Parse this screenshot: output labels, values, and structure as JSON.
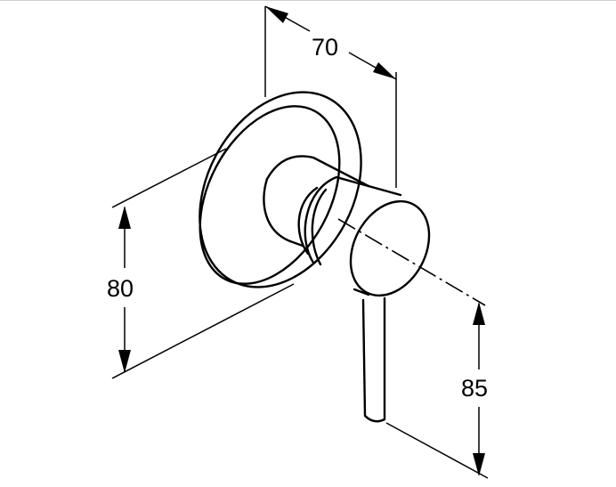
{
  "drawing": {
    "dimensions": {
      "width": "70",
      "height_plate": "80",
      "lever_drop": "85"
    }
  }
}
